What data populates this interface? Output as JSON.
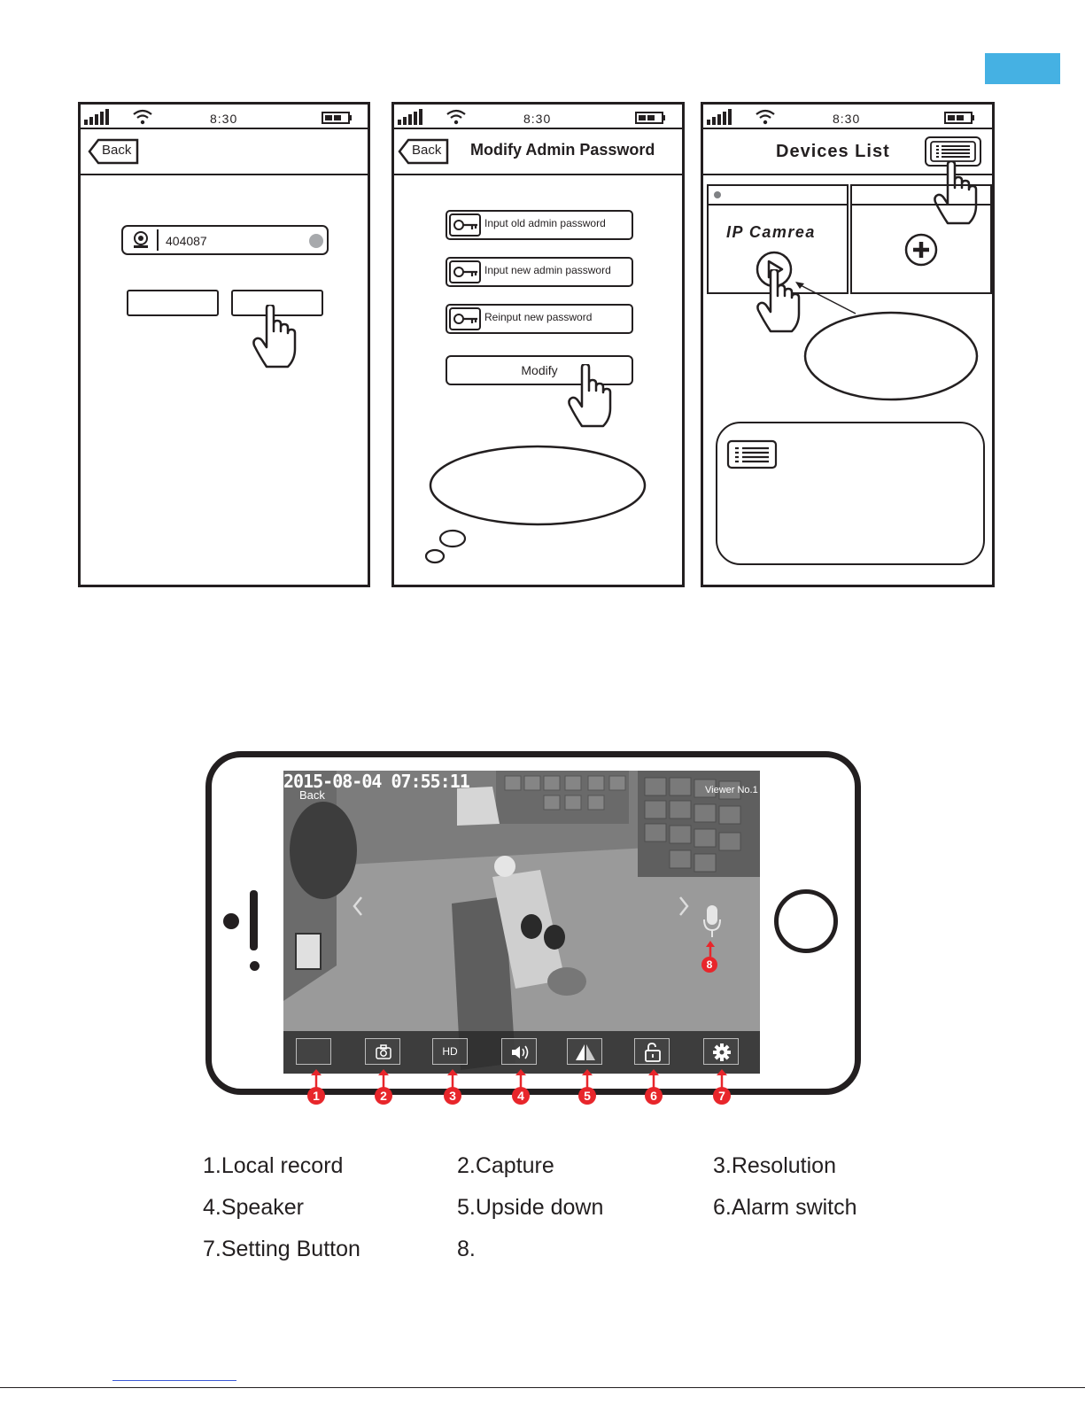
{
  "statusbar": {
    "time": "8:30"
  },
  "screen1": {
    "back_label": "Back",
    "uid_value": "404087"
  },
  "screen2": {
    "back_label": "Back",
    "title": "Modify Admin Password",
    "fields": [
      "Input old admin password",
      "Input new admin password",
      "Reinput new password"
    ],
    "modify_label": "Modify"
  },
  "screen3": {
    "title": "Devices List",
    "camera_label": "IP Camrea"
  },
  "live_view": {
    "timestamp": "2015-08-04  07:55:11",
    "back_label": "Back",
    "viewer_label": "Viewer No.1",
    "hd_label": "HD",
    "badges": [
      "1",
      "2",
      "3",
      "4",
      "5",
      "6",
      "7",
      "8"
    ]
  },
  "legend": {
    "items": [
      "1.Local record",
      "2.Capture",
      "3.Resolution",
      "4.Speaker",
      "5.Upside down",
      "6.Alarm switch",
      "7.Setting Button",
      "8."
    ]
  },
  "colors": {
    "accent_blue": "#45b1e3",
    "badge_red": "#e8262b",
    "ink": "#231f20"
  }
}
